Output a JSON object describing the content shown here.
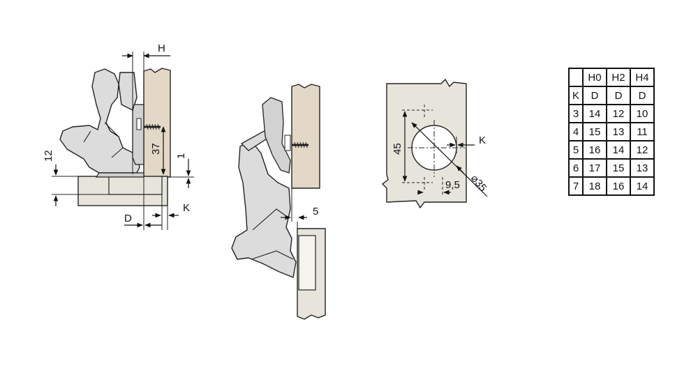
{
  "colors": {
    "wood": "#e3d8c6",
    "plate": "#e7e5db",
    "hinge_gray": "#d9d9d9",
    "line": "#222222"
  },
  "labels": {
    "h": "H",
    "d": "D",
    "k_side": "K",
    "dim_37": "37",
    "dim_12": "12",
    "dim_1": "1",
    "dim_5": "5",
    "dim_45": "45",
    "k_cup": "K",
    "dim_9_5": "9,5",
    "dia_35": "⌀35"
  },
  "table": {
    "header": [
      "",
      "H0",
      "H2",
      "H4"
    ],
    "subheader": [
      "K",
      "D",
      "D",
      "D"
    ],
    "rows": [
      [
        "3",
        "14",
        "12",
        "10"
      ],
      [
        "4",
        "15",
        "13",
        "11"
      ],
      [
        "5",
        "16",
        "14",
        "12"
      ],
      [
        "6",
        "17",
        "15",
        "13"
      ],
      [
        "7",
        "18",
        "16",
        "14"
      ]
    ]
  }
}
